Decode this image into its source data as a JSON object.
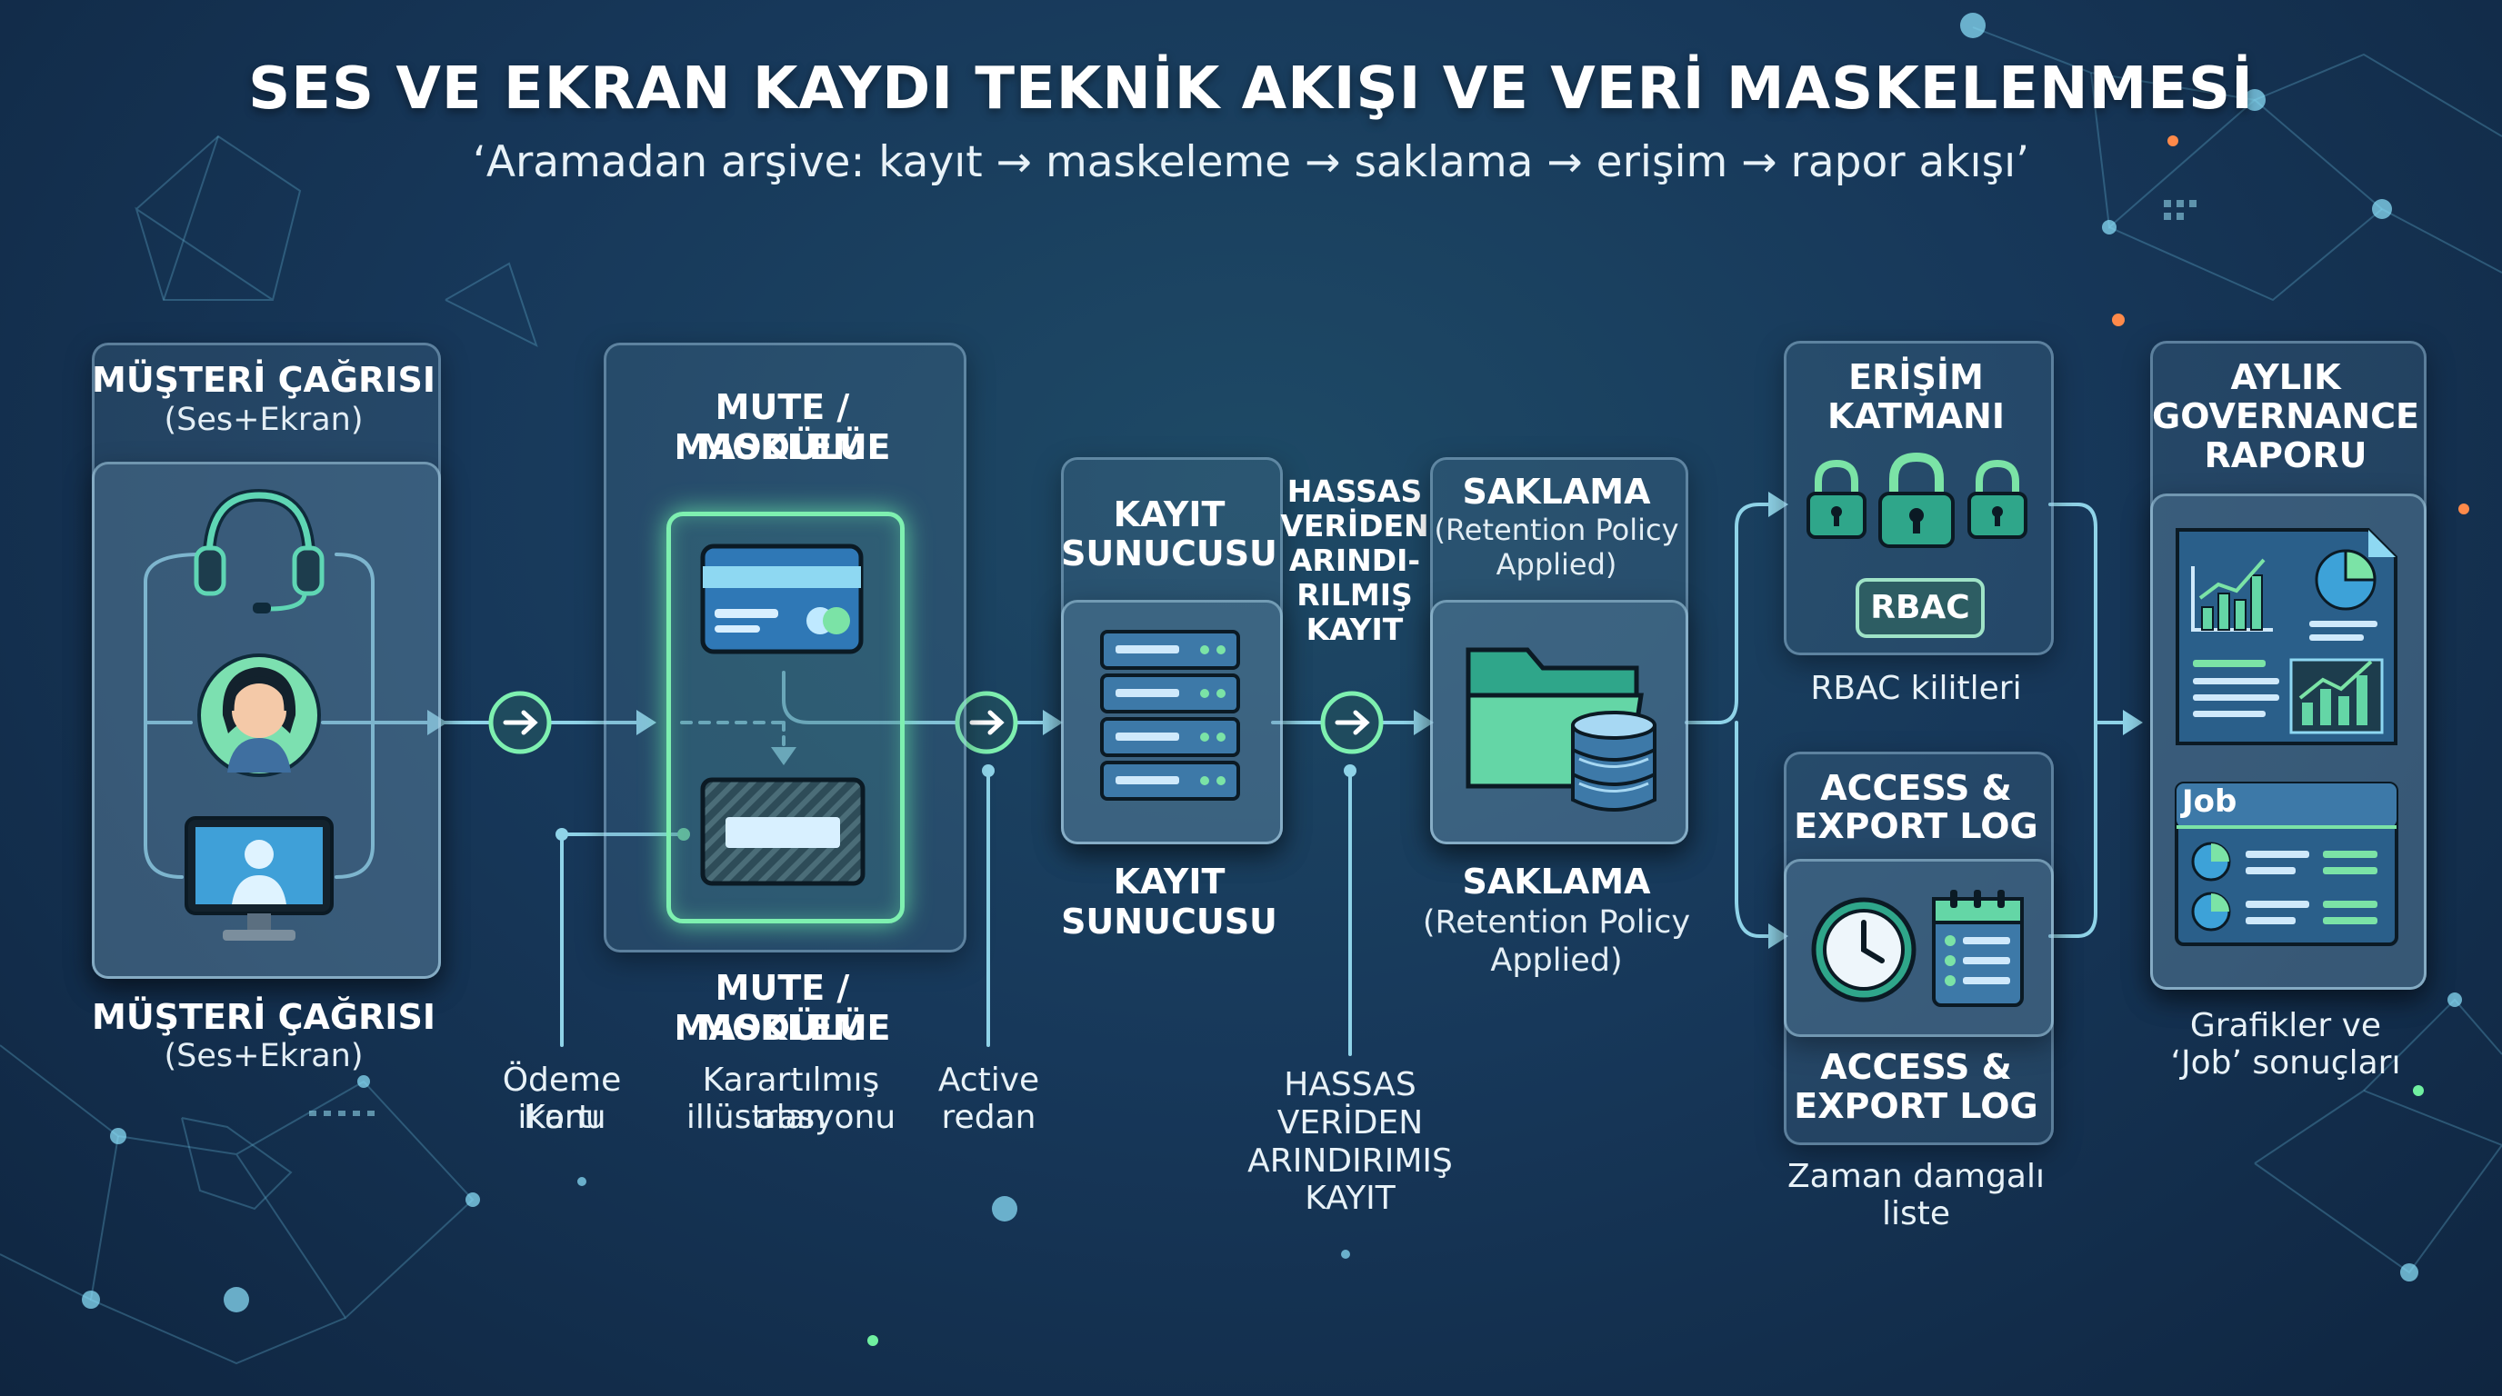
{
  "title": "SES VE EKRAN KAYDI TEKNİK AKIŞI VE VERİ MASKELENMESİ",
  "subtitle": "‘Aramadan arşive: kayıt → maskeleme → saklama → erişim → rapor akışı’",
  "colors": {
    "accent": "#7ef0b0",
    "connector": "#8fd3e8",
    "background": "#17385a"
  },
  "nodes": {
    "call": {
      "title": "MÜŞTERİ ÇAĞRISI",
      "sub": "(Ses+Ekran)",
      "caption_title": "MÜŞTERİ ÇAĞRISI",
      "caption_sub": "(Ses+Ekran)",
      "icons": [
        "headset-icon",
        "agent-avatar-icon",
        "monitor-user-icon"
      ]
    },
    "mask": {
      "title_l1": "MUTE / MASKLEME",
      "title_l2": "MODÜLÜ",
      "caption_l1": "MUTE / MASKLEME",
      "caption_l2": "MODÜLÜ",
      "icons": [
        "payment-card-icon",
        "masked-field-icon"
      ]
    },
    "server": {
      "title_l1": "KAYIT",
      "title_l2": "SUNUCUSU",
      "caption_l1": "KAYIT",
      "caption_l2": "SUNUCUSU",
      "icons": [
        "server-rack-icon"
      ]
    },
    "storage": {
      "title": "SAKLAMA",
      "sub_l1": "(Retention Policy",
      "sub_l2": "Applied)",
      "caption_title": "SAKLAMA",
      "caption_sub_l1": "(Retention Policy",
      "caption_sub_l2": "Applied)",
      "icons": [
        "folder-icon",
        "database-icon"
      ]
    },
    "access": {
      "title_l1": "ERİŞİM",
      "title_l2": "KATMANI",
      "badge": "RBAC",
      "caption": "RBAC kilitleri",
      "icons": [
        "lock-icon",
        "lock-icon",
        "lock-icon"
      ]
    },
    "log": {
      "title_l1": "ACCESS &",
      "title_l2": "EXPORT LOG",
      "caption_title_l1": "ACCESS &",
      "caption_title_l2": "EXPORT LOG",
      "caption_l1": "Zaman damgalı",
      "caption_l2": "liste",
      "icons": [
        "clock-icon",
        "calendar-list-icon"
      ]
    },
    "report": {
      "title_l1": "AYLIK",
      "title_l2": "GOVERNANCE",
      "title_l3": "RAPORU",
      "job_label": "Job",
      "caption_l1": "Grafikler ve",
      "caption_l2": "‘Job’ sonuçları",
      "icons": [
        "chart-dashboard-icon",
        "job-results-icon"
      ]
    }
  },
  "connector_labels": {
    "sanitized_top": [
      "HASSAS",
      "VERİDEN",
      "ARINDI-",
      "RILMIŞ",
      "KAYIT"
    ],
    "sanitized_bottom": [
      "HASSAS",
      "VERİDEN",
      "ARINDIRIMIŞ",
      "KAYIT"
    ],
    "card_l1": "Ödeme Kartı",
    "card_l2": "ikonu",
    "darkened_l1": "Karartılmış alan",
    "darkened_l2": "illüstrasyonu",
    "redan_l1": "Active",
    "redan_l2": "redan"
  }
}
